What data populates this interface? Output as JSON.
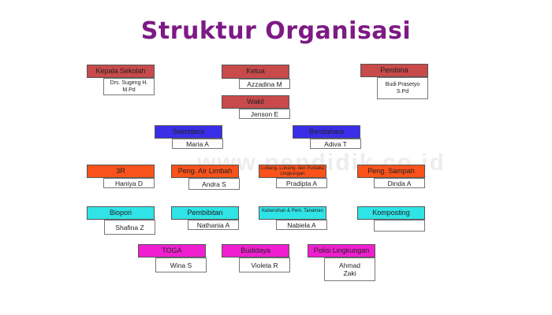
{
  "title": "Struktur Organisasi",
  "watermark": "www.pendidik.co.id",
  "units": {
    "kepala": {
      "role": "Kepala Sekolah",
      "name": "Drs. Sugeng H. M.Pd"
    },
    "ketua": {
      "role": "Ketua",
      "name": "Azzadina M"
    },
    "pembina": {
      "role": "Pembina",
      "name": "Budi Prasetyo S.Pd"
    },
    "wakil": {
      "role": "Wakil",
      "name": "Jenson E"
    },
    "sekretaris": {
      "role": "Sekretaris",
      "name": "Maria A"
    },
    "bendahara": {
      "role": "Bendahara",
      "name": "Adiva T"
    },
    "r3": {
      "role": "3R",
      "name": "Haniya D"
    },
    "limbah": {
      "role": "Peng. Air Limbah",
      "name": "Andra S"
    },
    "lubang": {
      "role": "Lubang, Lubang, dan Pustaka Lingkungan",
      "name": "Pradipta A"
    },
    "sampah": {
      "role": "Peng. Sampah",
      "name": "Dinda A"
    },
    "biopori": {
      "role": "Biopori",
      "name": "Shafina Z"
    },
    "pembibitan": {
      "role": "Pembibitan",
      "name": "Nathania A"
    },
    "kebersihan": {
      "role": "Kebersihan & Pem. Tanaman",
      "name": "Nabiela A"
    },
    "komposting": {
      "role": "Komposting",
      "name": ""
    },
    "toga": {
      "role": "TOGA",
      "name": "Wina S"
    },
    "budidaya": {
      "role": "Budidaya",
      "name": "Violeta R"
    },
    "polisi": {
      "role": "Polisi Lingkungan",
      "name": "Ahmad Zaki"
    }
  }
}
